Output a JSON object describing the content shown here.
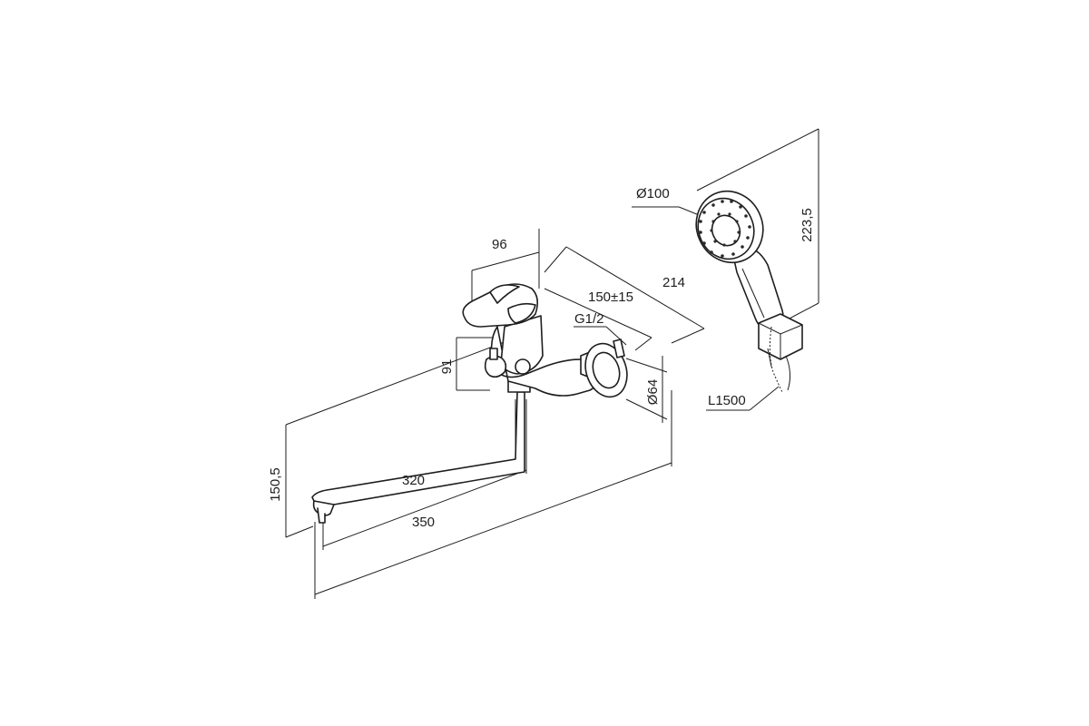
{
  "drawing": {
    "type": "technical-dimension-drawing",
    "line_color": "#1e1e1e",
    "background": "#ffffff",
    "dimensions": {
      "handle_depth": "96",
      "total_depth": "214",
      "inlet_spacing": "150±15",
      "thread": "G1/2",
      "body_height": "91",
      "flange_diameter": "Ø64",
      "spout_inner_length": "320",
      "spout_total_length": "350",
      "spout_height": "150,5",
      "shower_head_diameter": "Ø100",
      "shower_handle_length": "223,5",
      "hose_length": "L1500"
    }
  }
}
